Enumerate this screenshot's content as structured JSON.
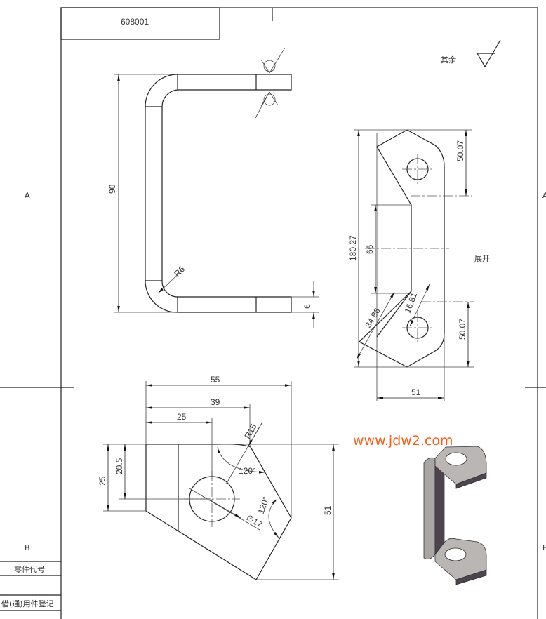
{
  "title_block": {
    "drawing_code": "608001"
  },
  "zones": {
    "left_a": "A",
    "left_b": "B",
    "right_a": "A",
    "right_b": "B"
  },
  "side_table": {
    "part_code_label": "零件代号",
    "borrow_register_label": "借(通)用件登记"
  },
  "roughness": {
    "label": "其余"
  },
  "bent_view": {
    "height": "90",
    "thickness": "6",
    "bend_radius": "R6"
  },
  "flat_pattern": {
    "label": "展开",
    "total_length": "180.27",
    "end_length_top": "50.07",
    "end_length_bottom": "50.07",
    "web_length": "66",
    "width": "51",
    "bend_width": "16.81",
    "diagonal": "34.86"
  },
  "top_view": {
    "overall_width": "55",
    "width_39": "39",
    "hole_offset_x": "25",
    "hole_offset_y": "20.5",
    "edge_height": "25",
    "overall_height": "51",
    "corner_radius": "R15",
    "angle_1": "120°",
    "angle_2": "120°",
    "hole_diameter": "∅17"
  },
  "watermark": "www.jdw2.com",
  "colors": {
    "watermark": "#ff5a14",
    "part_face": "#b9b6b3",
    "part_side": "#4e4450"
  }
}
